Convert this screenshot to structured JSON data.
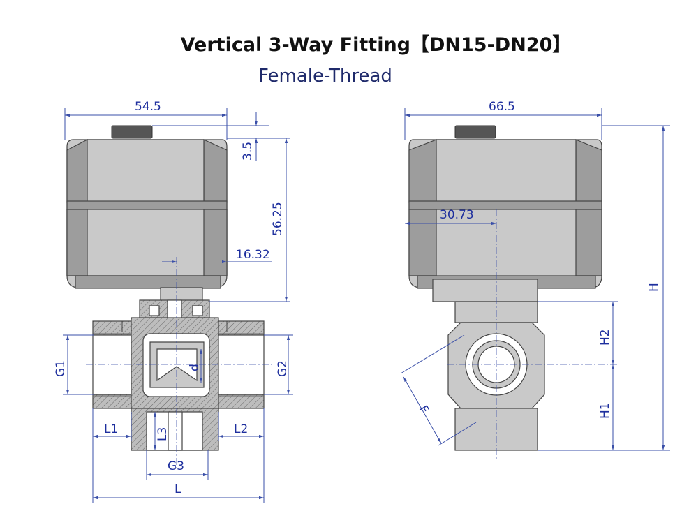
{
  "title": "Vertical 3-Way Fitting【DN15-DN20】",
  "subtitle": "Female-Thread",
  "colors": {
    "dimension": "#1e2f9e",
    "subtitle": "#1f2a6b",
    "body": "#c9c9c9"
  },
  "front_view": {
    "labels": {
      "width": "54.5",
      "knob_height": "3.5",
      "actuator_height": "56.25",
      "stem_offset": "16.32",
      "g1": "G1",
      "g2": "G2",
      "g3": "G3",
      "d": "d",
      "l1": "L1",
      "l2": "L2",
      "l3": "L3",
      "l": "L"
    }
  },
  "side_view": {
    "labels": {
      "width": "66.5",
      "stem_offset": "30.73",
      "h": "H",
      "h1": "H1",
      "h2": "H2",
      "f": "F"
    }
  }
}
